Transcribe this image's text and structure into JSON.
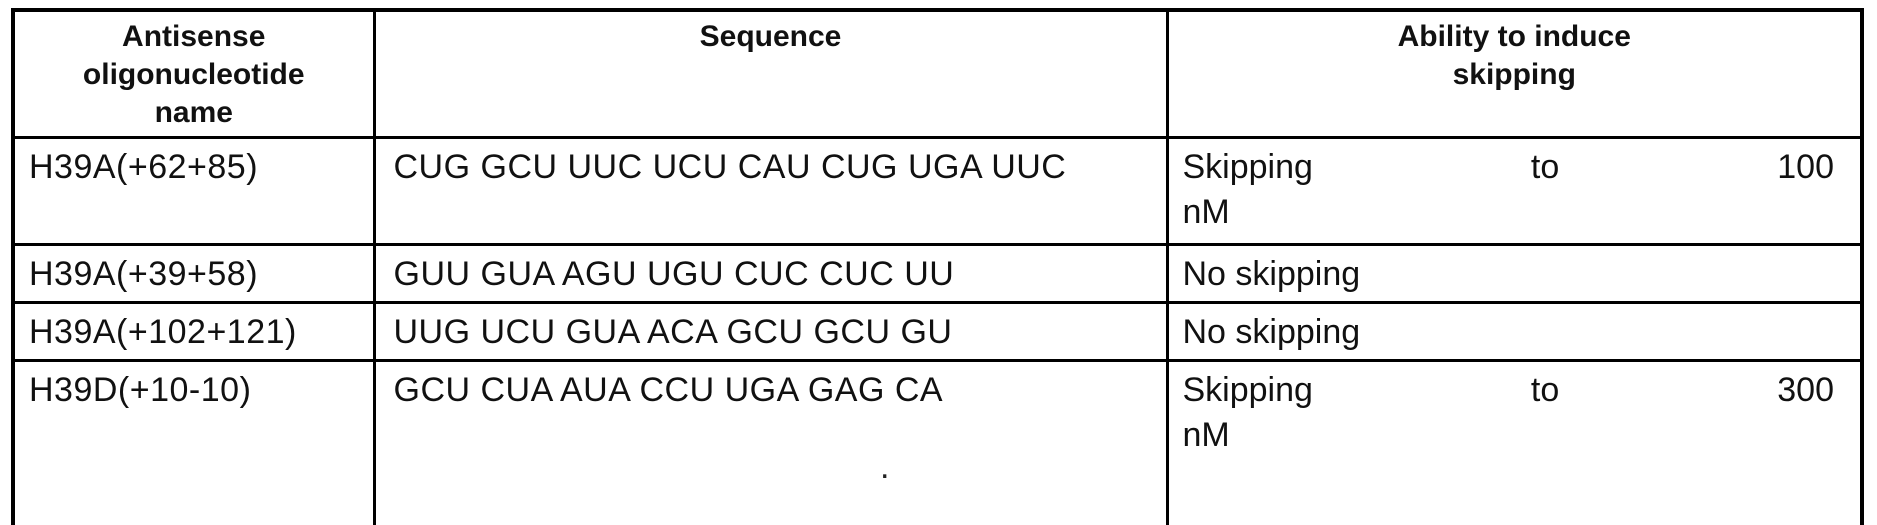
{
  "page": {
    "background_color": "#ffffff",
    "border_color": "#000000",
    "text_color": "#111111"
  },
  "table": {
    "headers": [
      "Antisense oligonucleotide name",
      "Sequence",
      "Ability to induce skipping"
    ],
    "rows": [
      {
        "name": "H39A(+62+85)",
        "sequence": "CUG GCU UUC UCU CAU CUG UGA UUC",
        "ability_lines": [
          "Skipping to 100",
          "nM"
        ]
      },
      {
        "name": "H39A(+39+58)",
        "sequence": "GUU GUA AGU UGU CUC CUC UU",
        "ability_lines": [
          "No skipping"
        ]
      },
      {
        "name": "H39A(+102+121)",
        "sequence": "UUG UCU GUA ACA GCU GCU GU",
        "ability_lines": [
          "No skipping"
        ]
      },
      {
        "name": "H39D(+10-10)",
        "sequence": "GCU CUA AUA CCU UGA GAG CA",
        "ability_lines": [
          "Skipping to 300",
          "nM"
        ]
      }
    ]
  },
  "artifacts": {
    "stray_mark": "."
  }
}
